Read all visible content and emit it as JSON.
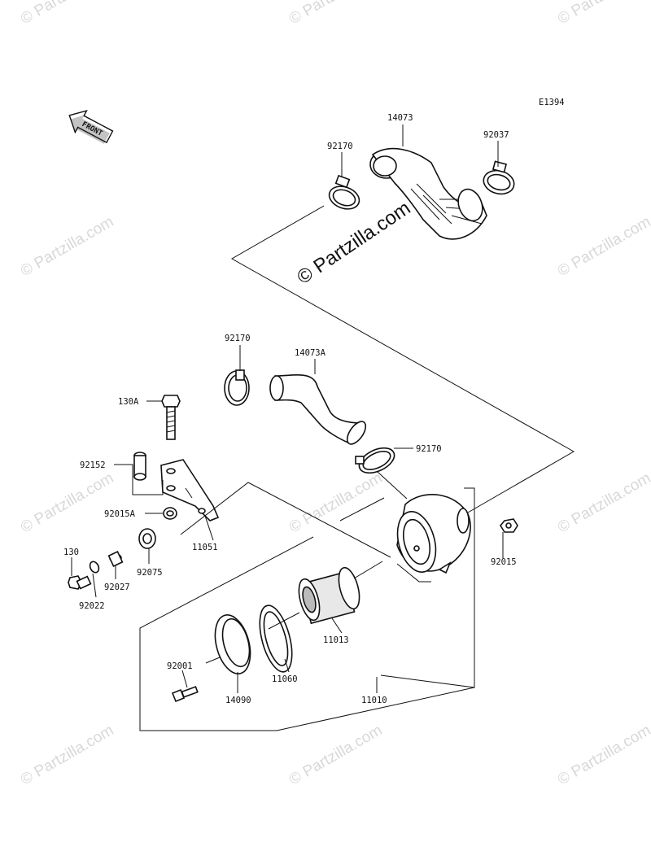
{
  "diagram_id": "E1394",
  "front_label": "FRONT",
  "watermark": "© Partzilla.com",
  "watermark_center": "© Partzilla.com",
  "parts": {
    "p14073": "14073",
    "p92170_top": "92170",
    "p92037": "92037",
    "p92170_mid": "92170",
    "p14073A": "14073A",
    "p92170_right": "92170",
    "p130A": "130A",
    "p92152": "92152",
    "p92015A": "92015A",
    "p11051": "11051",
    "p130": "130",
    "p92027": "92027",
    "p92075": "92075",
    "p92022": "92022",
    "p92015": "92015",
    "p11013": "11013",
    "p92001": "92001",
    "p11060": "11060",
    "p14090": "14090",
    "p11010": "11010"
  }
}
